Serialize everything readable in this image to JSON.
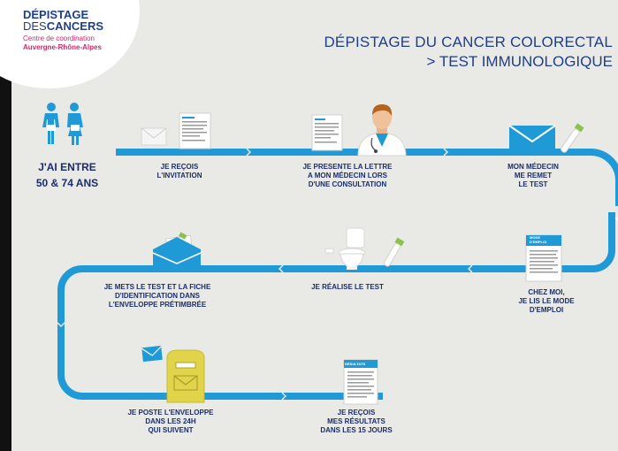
{
  "logo": {
    "line1": "DÉPISTAGE",
    "line2_light": "DES",
    "line2_bold": "CANCERS",
    "line3": "Centre de coordination",
    "line4": "Auvergne-Rhône-Alpes"
  },
  "title": {
    "line1": "DÉPISTAGE DU CANCER COLORECTAL",
    "line2": "> TEST IMMUNOLOGIQUE"
  },
  "age_label": "J'AI ENTRE\n50 & 74 ANS",
  "steps": {
    "s1": "JE REÇOIS\nL'INVITATION",
    "s2": "JE PRESENTE LA LETTRE\nA MON MÉDECIN LORS\nD'UNE CONSULTATION",
    "s3": "MON MÉDECIN\nME REMET\nLE TEST",
    "s4": "CHEZ MOI,\nJE LIS LE MODE\nD'EMPLOI",
    "s5": "JE RÉALISE LE TEST",
    "s6": "JE METS LE TEST ET LA FICHE\nD'IDENTIFICATION DANS\nL'ENVELOPPE PRÉTIMBRÉE",
    "s7": "JE POSTE L'ENVELOPPE\nDANS LES 24H\nQUI SUIVENT",
    "s8": "JE REÇOIS\nMES RÉSULTATS\nDANS LES 15 JOURS"
  },
  "doc_labels": {
    "mode_emploi": "MODE\nD'EMPLOI",
    "resultats": "RÉSULTATS"
  },
  "colors": {
    "path": "#1f9ad6",
    "navy": "#1a2e6b",
    "brand_blue": "#1e3f8c",
    "brand_pink": "#d6246e",
    "background": "#e9e9e6",
    "mailbox_yellow": "#e2d44a"
  }
}
